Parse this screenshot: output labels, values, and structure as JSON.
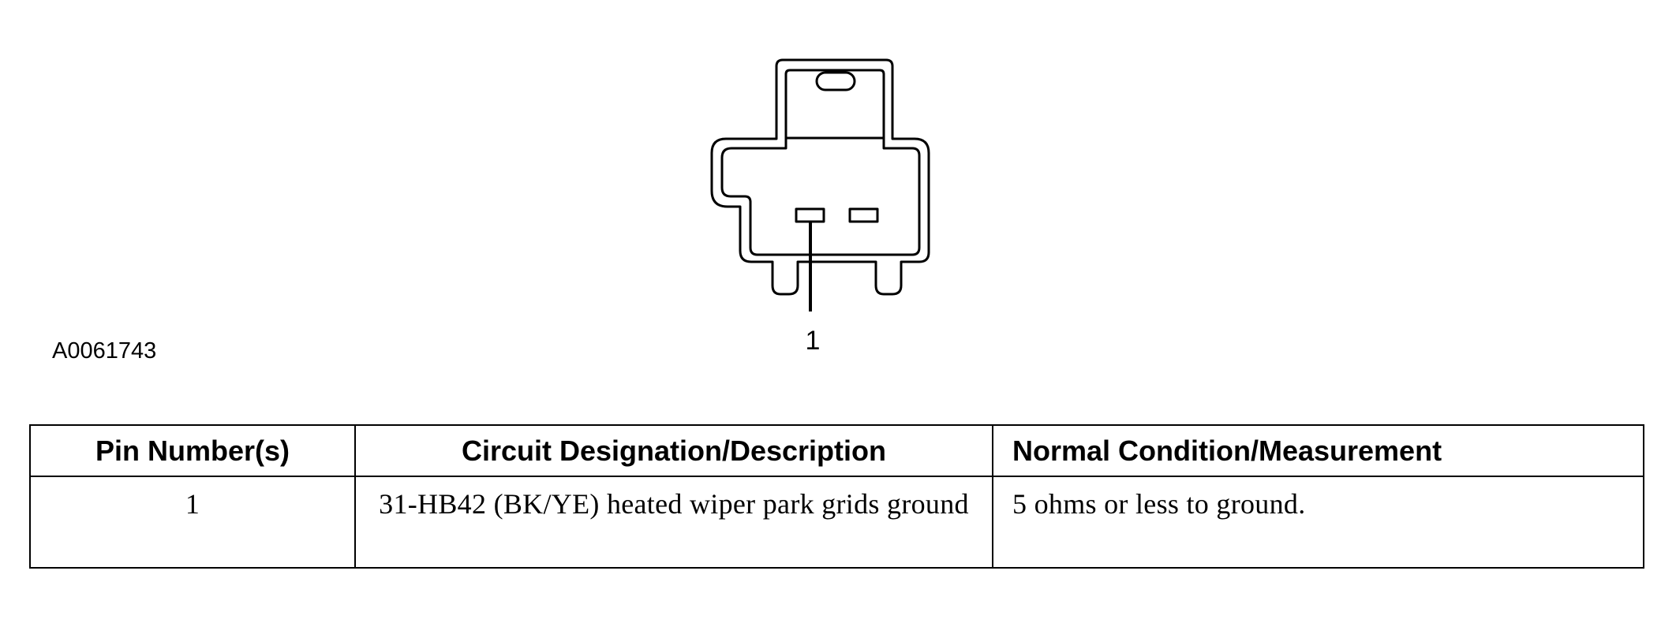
{
  "figure": {
    "id": "A0061743",
    "callout": "1"
  },
  "table": {
    "headers": [
      "Pin Number(s)",
      "Circuit Designation/Description",
      "Normal Condition/Measurement"
    ],
    "rows": [
      [
        "1",
        "31-HB42 (BK/YE) heated wiper park grids ground",
        "5 ohms or less to ground."
      ]
    ]
  }
}
